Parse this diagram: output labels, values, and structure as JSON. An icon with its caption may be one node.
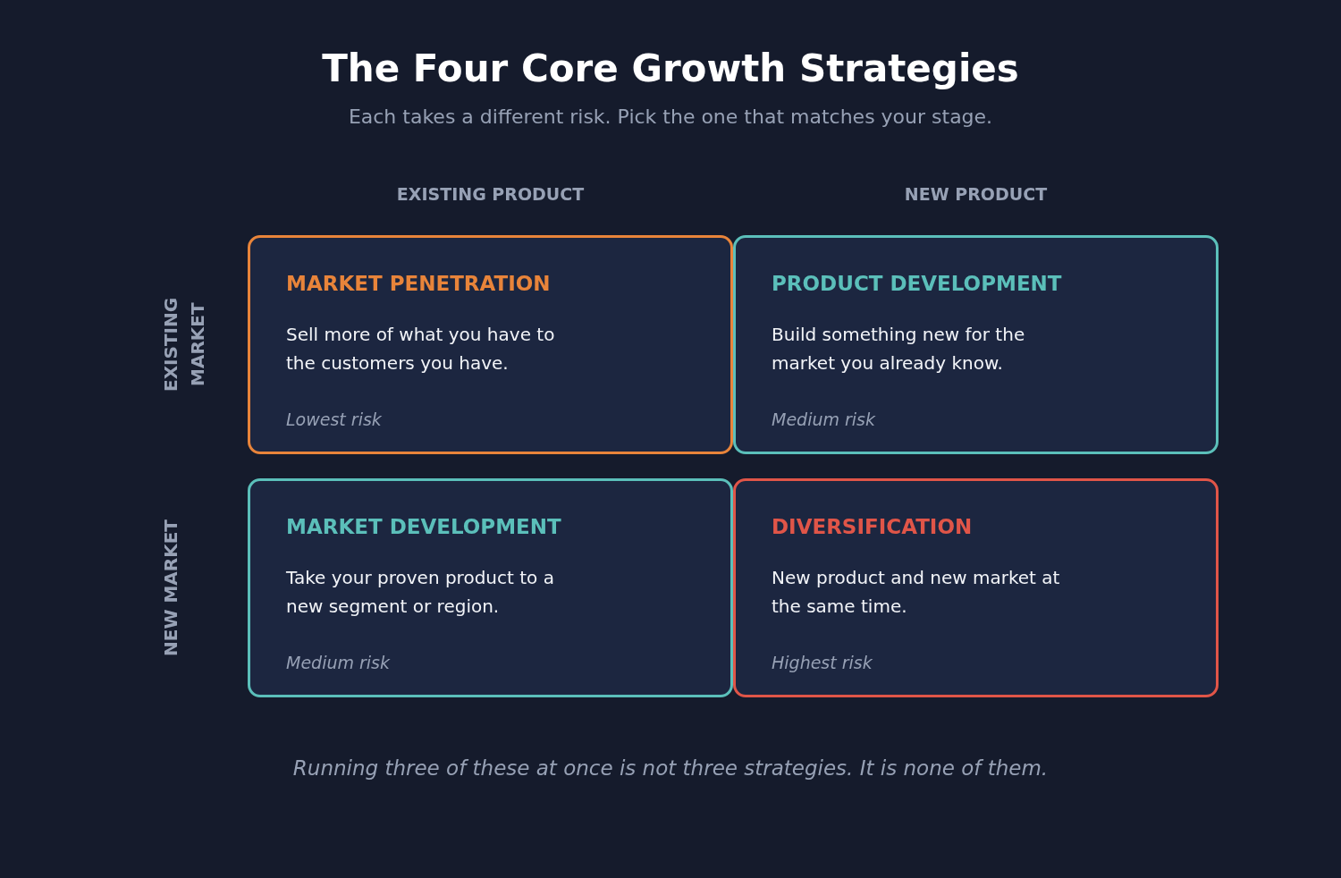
{
  "diagram": {
    "title": "The Four Core Growth Strategies",
    "caption": "Running three of these at once is not three strategies. It is none of them.",
    "nodes": [
      {
        "text": [
          "MARKET PENETRATION",
          "Sell more of what you have to the customers you have.",
          "Lowest risk"
        ]
      },
      {
        "text": [
          "PRODUCT DEVELOPMENT",
          "Build something new for the market you already know.",
          "Medium risk"
        ]
      },
      {
        "text": [
          "MARKET DEVELOPMENT",
          "Take your proven product to a new segment or region.",
          "Medium risk"
        ]
      },
      {
        "text": [
          "DIVERSIFICATION",
          "New product and new market at the same time.",
          "Highest risk"
        ]
      }
    ],
    "edges": [],
    "labels": [
      "Each takes a different risk. Pick the one that matches your stage.",
      "EXISTING PRODUCT",
      "NEW PRODUCT",
      "EXISTING MARKET",
      "NEW MARKET"
    ]
  }
}
